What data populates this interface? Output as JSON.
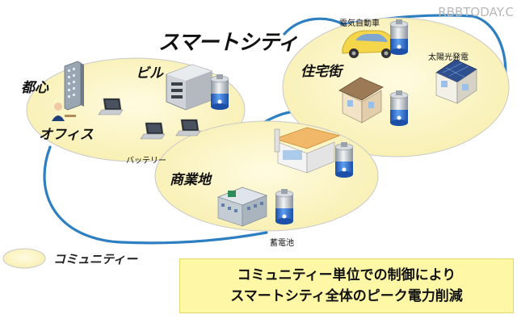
{
  "title": "スマートシティ",
  "watermark": "RBBTODAY.C",
  "areas": {
    "toshin": "都心",
    "office": "オフィス",
    "biru": "ビル",
    "jutakugai": "住宅街",
    "shogyochi": "商業地"
  },
  "labels": {
    "battery": "バッテリー",
    "ev": "電気自動車",
    "solar": "太陽光発電",
    "storage": "蓄電池"
  },
  "legend": {
    "community": "コミュニティー"
  },
  "summary": {
    "line1": "コミュニティー単位での制御により",
    "line2": "スマートシティ全体のピーク電力削減"
  },
  "colors": {
    "community_fill": "#fdf8c8",
    "community_stroke": "#c9c9c9",
    "network_line": "#2d7fc1",
    "summary_bg": "#fdf7a6",
    "battery_blue": "#2a6fd0"
  }
}
